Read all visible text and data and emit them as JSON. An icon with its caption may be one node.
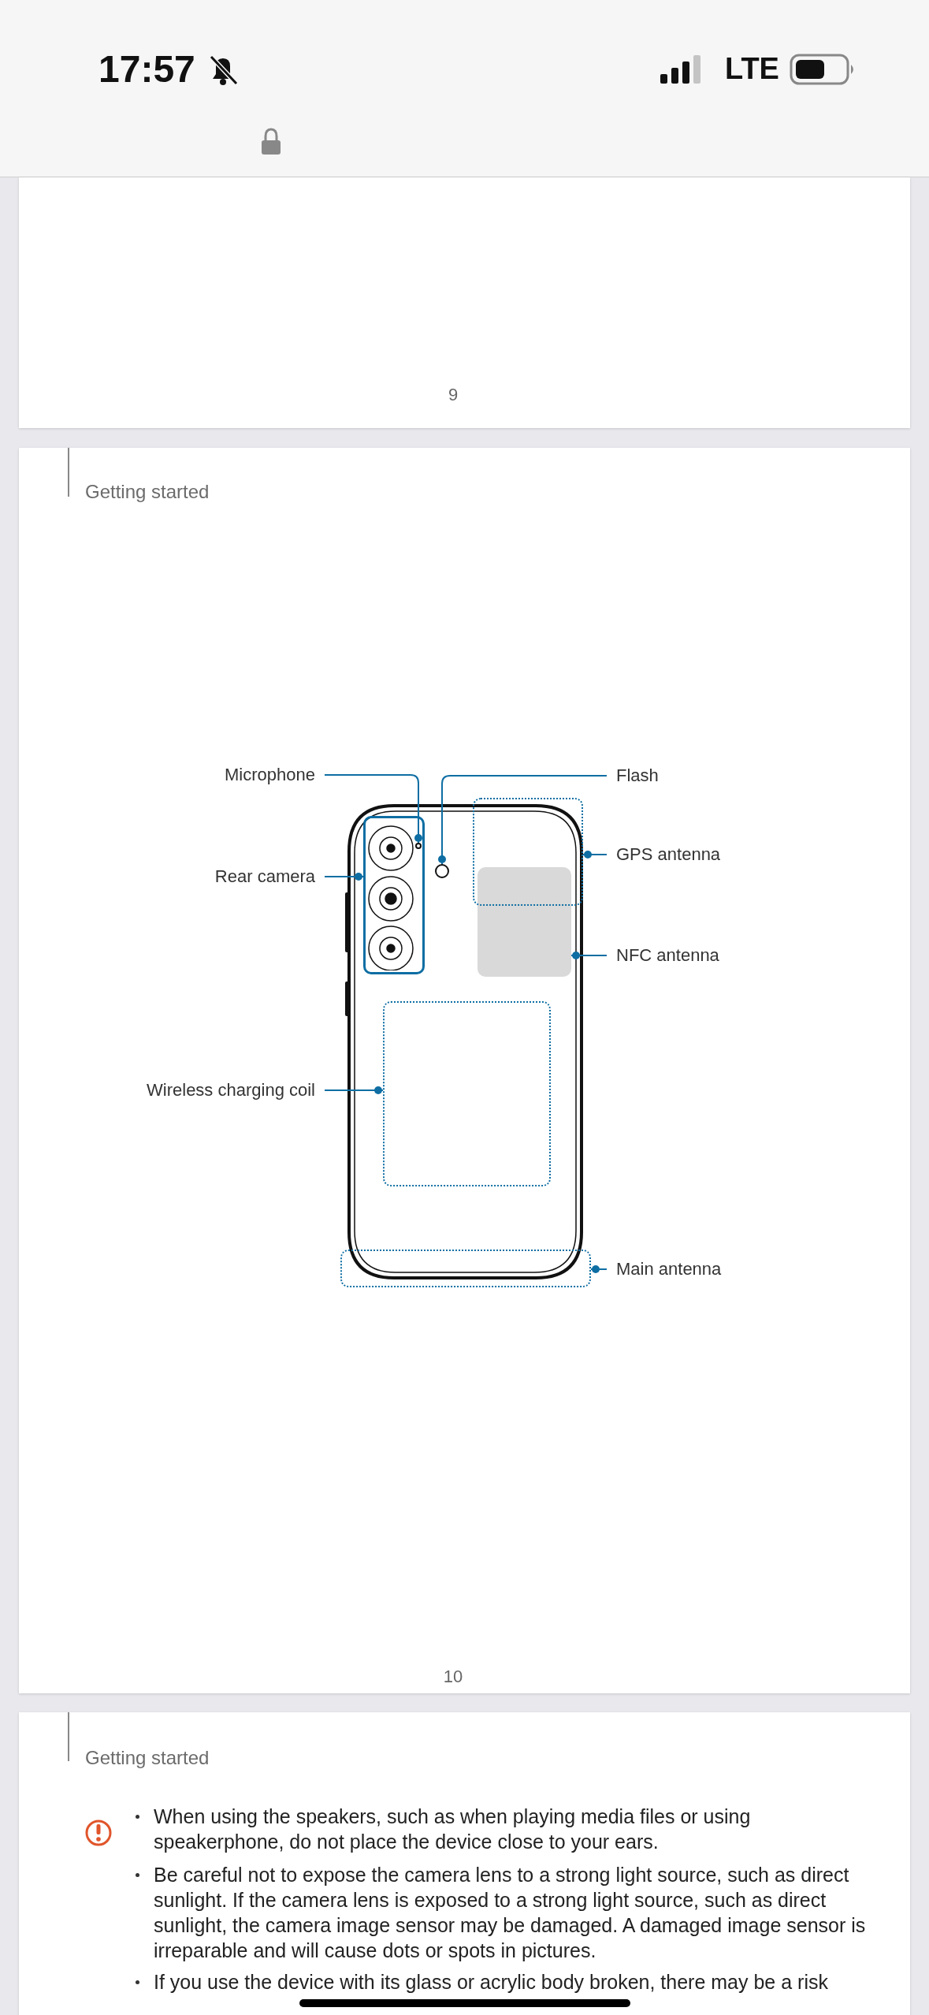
{
  "diagram": {
    "nodes": [
      {
        "text": [
          "Microphone"
        ]
      },
      {
        "text": [
          "Flash"
        ]
      },
      {
        "text": [
          "Rear camera"
        ]
      },
      {
        "text": [
          "GPS antenna"
        ]
      },
      {
        "text": [
          "NFC antenna"
        ]
      },
      {
        "text": [
          "Wireless charging coil"
        ]
      },
      {
        "text": [
          "Main antenna"
        ]
      },
      {
        "text": [],
        "shape": "circle",
        "in": 9
      },
      {
        "text": [],
        "shape": "circle"
      },
      {
        "text": [],
        "shape": "box"
      },
      {
        "text": [],
        "shape": "box"
      },
      {
        "text": [],
        "shape": "box"
      },
      {
        "text": [],
        "shape": "box"
      },
      {
        "text": [],
        "shape": "box"
      }
    ],
    "edges": [
      {
        "from": 0,
        "to": 7,
        "arrow": "other"
      },
      {
        "from": 1,
        "to": 8,
        "arrow": "other"
      },
      {
        "from": 2,
        "to": 9,
        "arrow": "other"
      },
      {
        "from": 3,
        "to": 10,
        "arrow": "other"
      },
      {
        "from": 4,
        "to": 11,
        "arrow": "other"
      },
      {
        "from": 5,
        "to": 12,
        "arrow": "other"
      },
      {
        "from": 6,
        "to": 13,
        "arrow": "other"
      }
    ],
    "labels": [
      "17:57",
      "LTE",
      "9",
      "Getting started",
      "10",
      "Getting started",
      "When using the speakers, such as when playing media files or using speakerphone, do not place the device close to your ears.",
      "Be careful not to expose the camera lens to a strong light source, such as direct sunlight. If the camera lens is exposed to a strong light source, such as direct sunlight, the camera image sensor may be damaged. A damaged image sensor is irreparable and will cause dots or spots in pictures.",
      "If you use the device with its glass or acrylic body broken, there may be a risk"
    ]
  }
}
